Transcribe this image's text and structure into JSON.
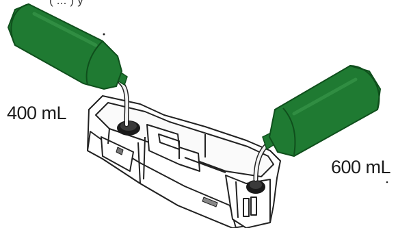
{
  "header": {
    "partial_text": "(    ...    )          y"
  },
  "labels": {
    "left_volume": "400 mL",
    "right_volume": "600 mL"
  },
  "colors": {
    "bottle_fill": "#1f7a32",
    "bottle_dark": "#0f4f1c",
    "bottle_highlight": "#3c9a4c",
    "line": "#222222",
    "tray_fill": "#ffffff",
    "cap": "#2a2a2a"
  },
  "icons": {
    "left_bottle": "green-bottle-icon",
    "right_bottle": "green-bottle-icon",
    "tray": "reagent-tray-icon"
  }
}
